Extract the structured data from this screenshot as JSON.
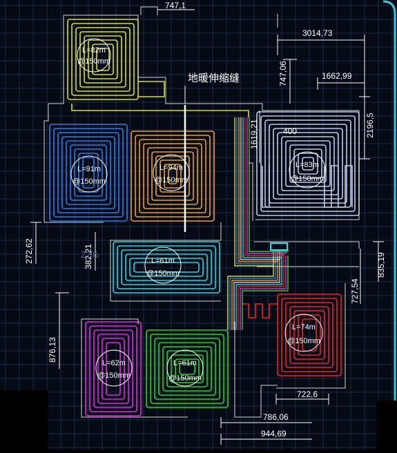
{
  "annotation": {
    "joint_label": "地暖伸缩缝"
  },
  "colors": {
    "background": "#050a14",
    "grid": "#1c2b44",
    "frame": "#3cc8dc",
    "wall": "#d8d8d8",
    "dimension": "#ffffff",
    "manifold": "#38d8f0"
  },
  "zones": [
    {
      "id": "yellow",
      "length": "L=82m",
      "spacing": "@150mm",
      "color": "#d8e020"
    },
    {
      "id": "blue",
      "length": "L=91m",
      "spacing": "@150mm",
      "color": "#2a7cf0"
    },
    {
      "id": "orange",
      "length": "L=94m",
      "spacing": "@150mm",
      "color": "#f0a020"
    },
    {
      "id": "white",
      "length": "L=83m",
      "spacing": "@150mm",
      "color": "#c0cce8"
    },
    {
      "id": "cyan",
      "length": "L=61m",
      "spacing": "@150mm",
      "color": "#20d8e8"
    },
    {
      "id": "red",
      "length": "L=74m",
      "spacing": "@150mm",
      "color": "#f02020"
    },
    {
      "id": "magenta",
      "length": "L=62m",
      "spacing": "@150mm",
      "color": "#e028e0"
    },
    {
      "id": "green",
      "length": "L=61m",
      "spacing": "@150mm",
      "color": "#20d820"
    }
  ],
  "dimensions": [
    "747,1",
    "3014,73",
    "747,06",
    "1662,99",
    "2196,5",
    "1619,21",
    "400",
    "272,62",
    "382,21",
    "835,19",
    "727,54",
    "876,13",
    "722,6",
    "786,06",
    "944,69"
  ],
  "faint_mark": "22%"
}
